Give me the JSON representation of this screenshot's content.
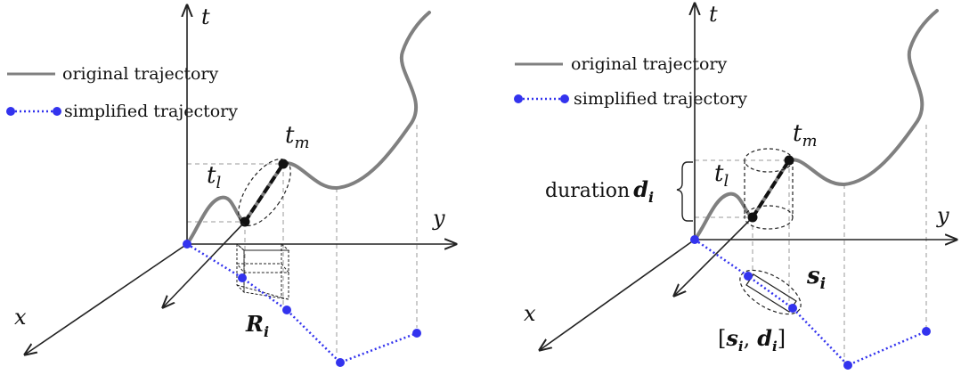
{
  "panels": [
    {
      "id": "left",
      "legend": {
        "original": "original trajectory",
        "simplified": "simplified trajectory"
      },
      "axes": {
        "t": "t",
        "y": "y",
        "x": "x"
      },
      "labels": {
        "t_m": "t",
        "t_m_sub": "m",
        "t_l": "t",
        "t_l_sub": "l",
        "R": "R",
        "R_sub": "i"
      }
    },
    {
      "id": "right",
      "legend": {
        "original": "original trajectory",
        "simplified": "simplified trajectory"
      },
      "axes": {
        "t": "t",
        "y": "y",
        "x": "x"
      },
      "labels": {
        "t_m": "t",
        "t_m_sub": "m",
        "t_l": "t",
        "t_l_sub": "l",
        "duration": "duration",
        "d": "d",
        "d_sub": "i",
        "s": "s",
        "s_sub": "i",
        "pair_open": "[",
        "pair_s": "s",
        "pair_s_sub": "i",
        "pair_comma": ",",
        "pair_d": "d",
        "pair_d_sub": "i",
        "pair_close": "]"
      }
    }
  ],
  "colors": {
    "original_trajectory": "#808080",
    "simplified_trajectory": "#3333ee",
    "axis": "#222222",
    "guide": "#999999"
  }
}
